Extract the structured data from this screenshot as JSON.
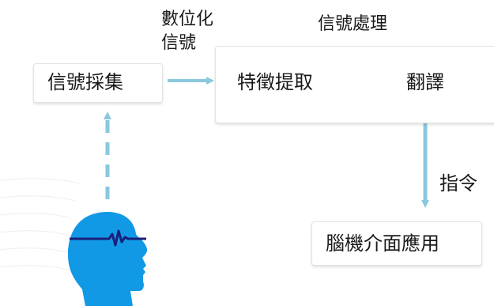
{
  "diagram": {
    "acquisition_label": "信號採集",
    "digitize_label_line1": "數位化",
    "digitize_label_line2": "信號",
    "processing_title": "信號處理",
    "feature_label": "特徵提取",
    "translation_label": "翻譯",
    "command_label": "指令",
    "application_label": "腦機介面應用",
    "colors": {
      "arrow": "#8ac8de",
      "head": "#1199e6",
      "wave": "#1a1f7a"
    },
    "icons": {
      "head": "head-with-eeg-icon"
    }
  }
}
